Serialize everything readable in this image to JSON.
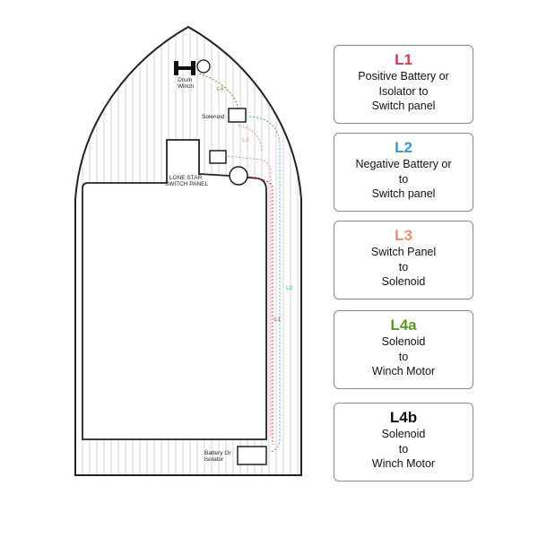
{
  "diagram": {
    "labels": {
      "drum_winch": [
        "Drum",
        "Winch"
      ],
      "solenoid": "Solenoid",
      "switch_panel": [
        "LONE STAR",
        "SWITCH PANEL"
      ],
      "battery": [
        "Battery Or",
        "Isolator"
      ]
    },
    "wire_labels": {
      "l4": "L4",
      "l3": "L3",
      "l2": "L2",
      "l1": "L1"
    },
    "colors": {
      "l1": "#e0344b",
      "l2": "#3aa3d8",
      "l3": "#f08a72",
      "l4a": "#5a9a1e",
      "l4b": "#111111",
      "outline": "#222222",
      "planks": "#c9c9c9"
    }
  },
  "legend": [
    {
      "code": "L1",
      "color": "#e0344b",
      "lines": [
        "Positive Battery or",
        "Isolator to",
        "Switch panel"
      ]
    },
    {
      "code": "L2",
      "color": "#2e9be0",
      "lines": [
        "Negative Battery or",
        "to",
        "Switch panel"
      ]
    },
    {
      "code": "L3",
      "color": "#f08a72",
      "lines": [
        "Switch Panel",
        "to",
        "Solenoid"
      ]
    },
    {
      "code": "L4a",
      "color": "#5a9a1e",
      "lines": [
        "Solenoid",
        "to",
        "Winch Motor"
      ]
    },
    {
      "code": "L4b",
      "color": "#111111",
      "lines": [
        "Solenoid",
        "to",
        "Winch Motor"
      ]
    }
  ]
}
